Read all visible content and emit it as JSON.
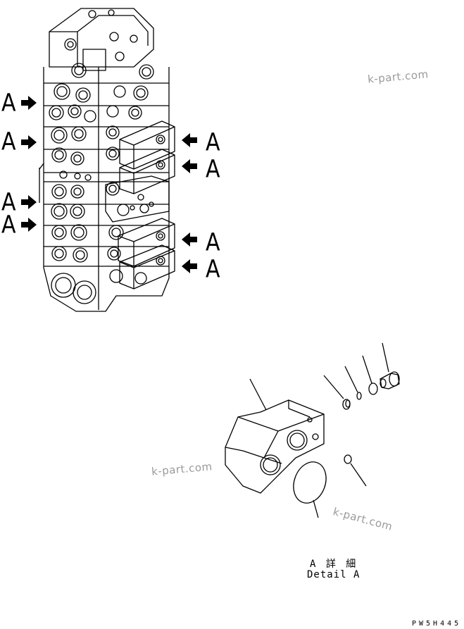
{
  "callout_letter": "A",
  "detail_caption": {
    "line1": "A 詳 細",
    "line2": "Detail A"
  },
  "drawing_code": "PW5H445",
  "watermark": "k-part.com",
  "arrows": {
    "left_count": 4,
    "right_count": 4
  },
  "colors": {
    "line": "#000000",
    "watermark": "#9a9a9a",
    "background": "#ffffff"
  }
}
